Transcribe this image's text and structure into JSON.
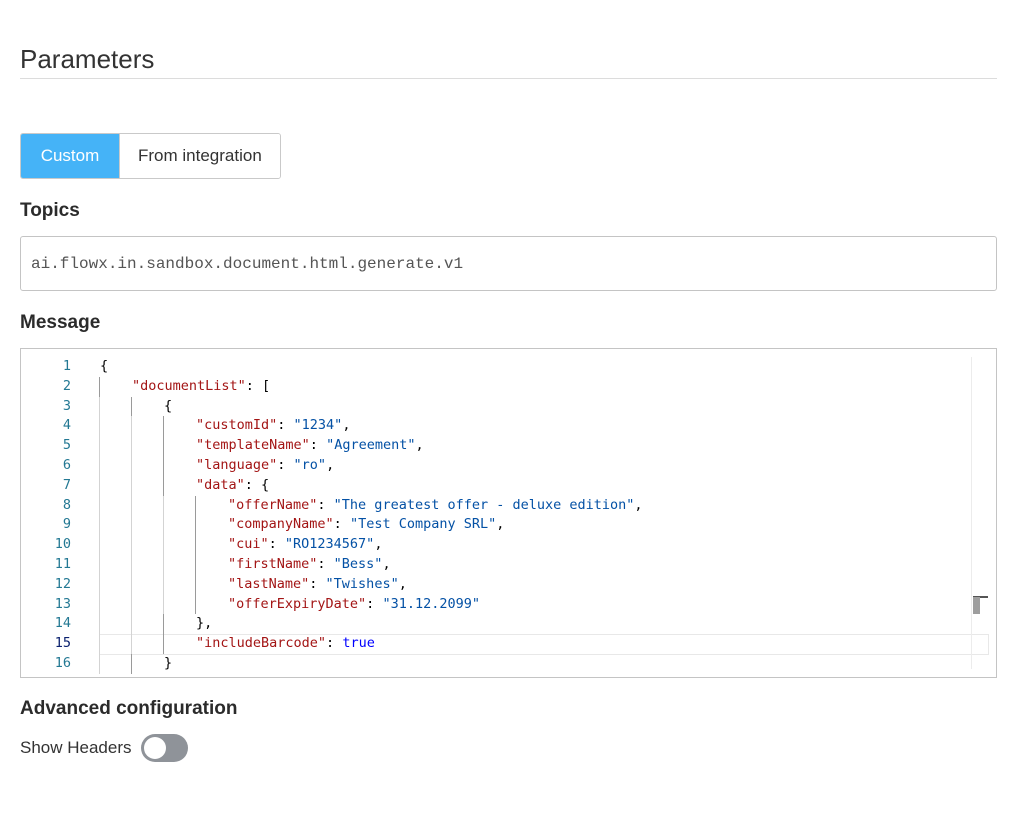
{
  "section": {
    "title": "Parameters"
  },
  "source_tabs": [
    {
      "label": "Custom",
      "active": true
    },
    {
      "label": "From integration",
      "active": false
    }
  ],
  "topics": {
    "label": "Topics",
    "value": "ai.flowx.in.sandbox.document.html.generate.v1"
  },
  "message": {
    "label": "Message",
    "current_line": 15,
    "lines": [
      {
        "n": "1",
        "indent": 0,
        "tokens": [
          {
            "t": "p",
            "v": "{"
          }
        ]
      },
      {
        "n": "2",
        "indent": 1,
        "tokens": [
          {
            "t": "k",
            "v": "\"documentList\""
          },
          {
            "t": "p",
            "v": ": ["
          }
        ]
      },
      {
        "n": "3",
        "indent": 2,
        "tokens": [
          {
            "t": "p",
            "v": "{"
          }
        ]
      },
      {
        "n": "4",
        "indent": 3,
        "tokens": [
          {
            "t": "k",
            "v": "\"customId\""
          },
          {
            "t": "p",
            "v": ": "
          },
          {
            "t": "s",
            "v": "\"1234\""
          },
          {
            "t": "p",
            "v": ","
          }
        ]
      },
      {
        "n": "5",
        "indent": 3,
        "tokens": [
          {
            "t": "k",
            "v": "\"templateName\""
          },
          {
            "t": "p",
            "v": ": "
          },
          {
            "t": "s",
            "v": "\"Agreement\""
          },
          {
            "t": "p",
            "v": ","
          }
        ]
      },
      {
        "n": "6",
        "indent": 3,
        "tokens": [
          {
            "t": "k",
            "v": "\"language\""
          },
          {
            "t": "p",
            "v": ": "
          },
          {
            "t": "s",
            "v": "\"ro\""
          },
          {
            "t": "p",
            "v": ","
          }
        ]
      },
      {
        "n": "7",
        "indent": 3,
        "tokens": [
          {
            "t": "k",
            "v": "\"data\""
          },
          {
            "t": "p",
            "v": ": {"
          }
        ]
      },
      {
        "n": "8",
        "indent": 4,
        "tokens": [
          {
            "t": "k",
            "v": "\"offerName\""
          },
          {
            "t": "p",
            "v": ": "
          },
          {
            "t": "s",
            "v": "\"The greatest offer - deluxe edition\""
          },
          {
            "t": "p",
            "v": ","
          }
        ]
      },
      {
        "n": "9",
        "indent": 4,
        "tokens": [
          {
            "t": "k",
            "v": "\"companyName\""
          },
          {
            "t": "p",
            "v": ": "
          },
          {
            "t": "s",
            "v": "\"Test Company SRL\""
          },
          {
            "t": "p",
            "v": ","
          }
        ]
      },
      {
        "n": "10",
        "indent": 4,
        "tokens": [
          {
            "t": "k",
            "v": "\"cui\""
          },
          {
            "t": "p",
            "v": ": "
          },
          {
            "t": "s",
            "v": "\"RO1234567\""
          },
          {
            "t": "p",
            "v": ","
          }
        ]
      },
      {
        "n": "11",
        "indent": 4,
        "tokens": [
          {
            "t": "k",
            "v": "\"firstName\""
          },
          {
            "t": "p",
            "v": ": "
          },
          {
            "t": "s",
            "v": "\"Bess\""
          },
          {
            "t": "p",
            "v": ","
          }
        ]
      },
      {
        "n": "12",
        "indent": 4,
        "tokens": [
          {
            "t": "k",
            "v": "\"lastName\""
          },
          {
            "t": "p",
            "v": ": "
          },
          {
            "t": "s",
            "v": "\"Twishes\""
          },
          {
            "t": "p",
            "v": ","
          }
        ]
      },
      {
        "n": "13",
        "indent": 4,
        "tokens": [
          {
            "t": "k",
            "v": "\"offerExpiryDate\""
          },
          {
            "t": "p",
            "v": ": "
          },
          {
            "t": "s",
            "v": "\"31.12.2099\""
          }
        ]
      },
      {
        "n": "14",
        "indent": 3,
        "tokens": [
          {
            "t": "p",
            "v": "},"
          }
        ]
      },
      {
        "n": "15",
        "indent": 3,
        "tokens": [
          {
            "t": "k",
            "v": "\"includeBarcode\""
          },
          {
            "t": "p",
            "v": ": "
          },
          {
            "t": "b",
            "v": "true"
          }
        ]
      },
      {
        "n": "16",
        "indent": 2,
        "tokens": [
          {
            "t": "p",
            "v": "}"
          }
        ]
      }
    ]
  },
  "advanced": {
    "label": "Advanced configuration",
    "show_headers_label": "Show Headers",
    "show_headers_on": false
  },
  "colors": {
    "accent": "#45b3f7",
    "json_key": "#a31515",
    "json_string": "#0451a5",
    "json_boolean": "#0000ff",
    "toggle_off": "#8f9399"
  }
}
